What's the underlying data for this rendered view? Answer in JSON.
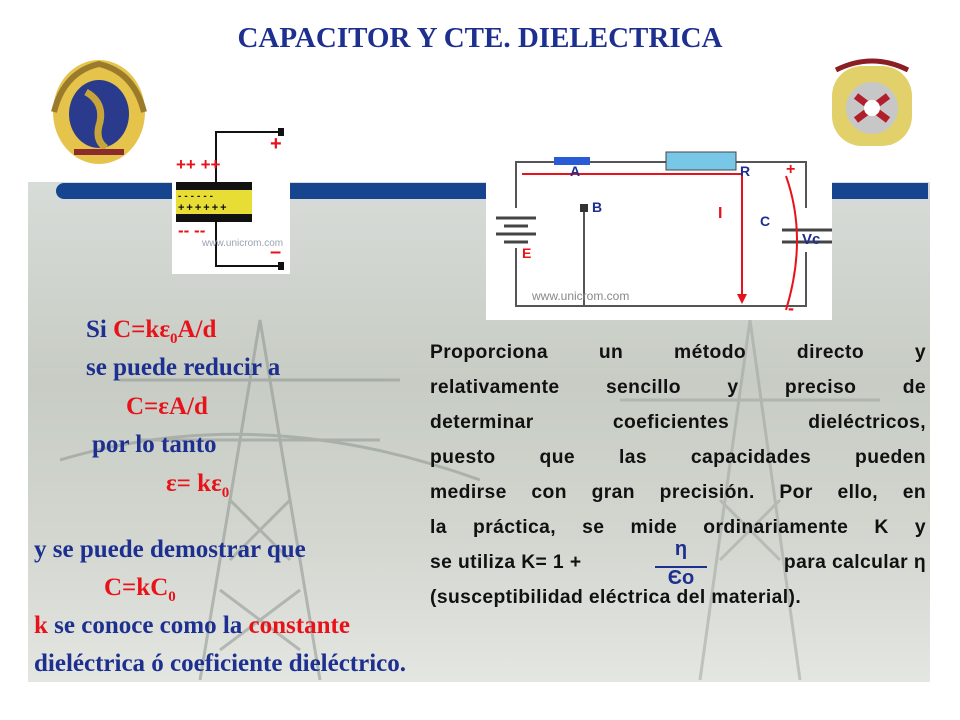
{
  "title": "CAPACITOR Y CTE. DIELECTRICA",
  "capacitor": {
    "plus_top": "++ ++",
    "plus_row": "++++++",
    "minus_row": "------",
    "minus_bottom": "-- --",
    "plus_sign": "+",
    "minus_sign": "–",
    "watermark": "www.unicrom.com"
  },
  "circuit": {
    "label_A": "A",
    "label_B": "B",
    "label_R": "R",
    "label_I": "I",
    "label_C": "C",
    "label_E": "E",
    "label_Vc": "Vc",
    "label_plus": "+",
    "label_minus": "-",
    "watermark": "www.unicrom.com"
  },
  "left": {
    "l1_prefix": "Si ",
    "l1_formula": "C=kε",
    "l1_sub": "0",
    "l1_suffix": "A/d",
    "l2": "se puede reducir a",
    "l3": "C=εA/d",
    "l4": "por lo tanto",
    "l5_main": "ε= kε",
    "l5_sub": "0",
    "l6": "y se puede demostrar que",
    "l7_main": "C=kC",
    "l7_sub": "0"
  },
  "paragraph": {
    "line1": "Proporciona un método directo y",
    "line2": "relativamente sencillo y preciso de",
    "line3": "determinar coeficientes dieléctricos,",
    "line4": "puesto que las capacidades pueden",
    "line5": "medirse con gran precisión. Por ello, en",
    "line6": "la práctica, se mide ordinariamente K y",
    "line7_prefix": "se utiliza K= 1 +",
    "line7_suffix": "para calcular η",
    "line8": "(susceptibilidad eléctrica del material).",
    "frac_num": "η",
    "frac_den": "Єo"
  },
  "bottom": {
    "k": "k",
    "mid": " se conoce como la ",
    "constante": "constante",
    "line2": "dieléctrica ó coeficiente dieléctrico."
  },
  "colors": {
    "title": "#1d2f8f",
    "accent_red": "#e8131a",
    "band": "#17448f"
  }
}
